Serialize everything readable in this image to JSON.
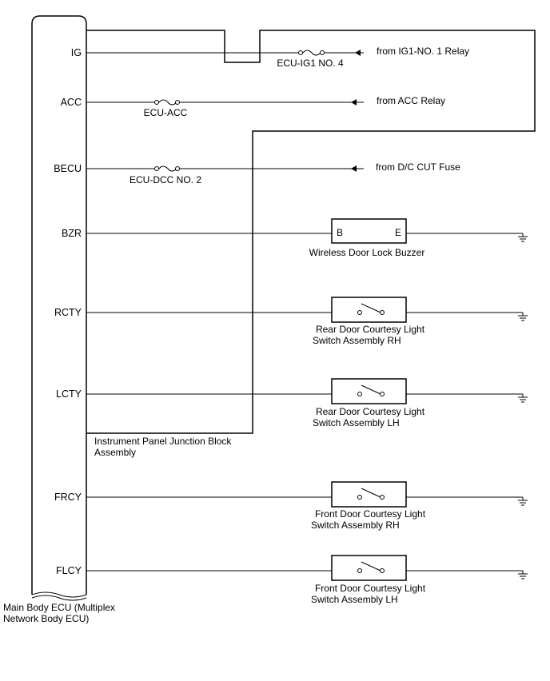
{
  "ecu": {
    "name_line1": "Main Body ECU (Multiplex",
    "name_line2": "Network Body ECU)"
  },
  "junction_block": {
    "line1": "Instrument Panel Junction Block",
    "line2": "Assembly"
  },
  "pins": {
    "ig": "IG",
    "acc": "ACC",
    "becu": "BECU",
    "bzr": "BZR",
    "rcty": "RCTY",
    "lcty": "LCTY",
    "frcy": "FRCY",
    "flcy": "FLCY"
  },
  "fuses": {
    "ig": "ECU-IG1 NO. 4",
    "acc": "ECU-ACC",
    "becu": "ECU-DCC NO. 2"
  },
  "sources": {
    "ig": "from IG1-NO. 1 Relay",
    "acc": "from ACC Relay",
    "becu": "from D/C CUT Fuse"
  },
  "buzzer": {
    "terminal_b": "B",
    "terminal_e": "E",
    "label": "Wireless Door Lock Buzzer"
  },
  "switches": {
    "rear_rh": {
      "line1": "Rear Door Courtesy Light",
      "line2": "Switch Assembly RH"
    },
    "rear_lh": {
      "line1": "Rear Door Courtesy Light",
      "line2": "Switch Assembly LH"
    },
    "front_rh": {
      "line1": "Front Door Courtesy Light",
      "line2": "Switch Assembly RH"
    },
    "front_lh": {
      "line1": "Front Door Courtesy Light",
      "line2": "Switch Assembly LH"
    }
  }
}
